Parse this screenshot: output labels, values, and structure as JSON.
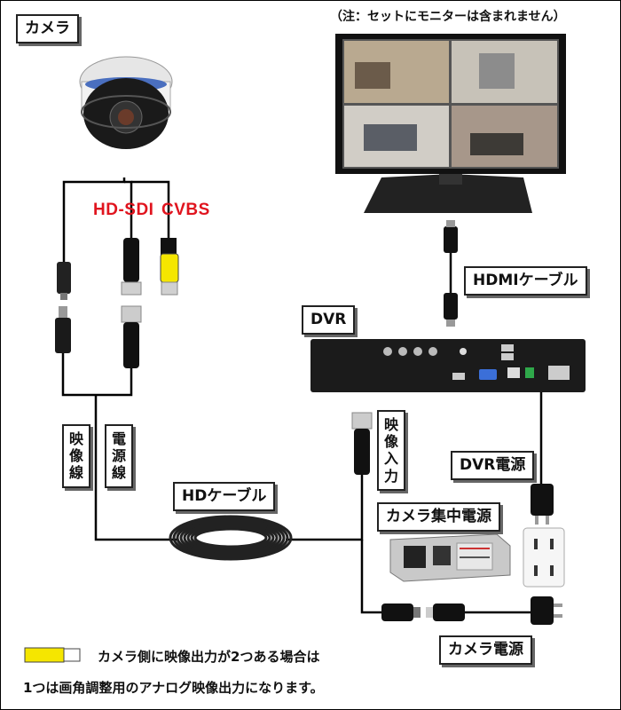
{
  "labels": {
    "camera": "カメラ",
    "monitor_note": "（注：セットにモニターは含まれません）",
    "hdsdi": "HD-SDI",
    "cvbs": "CVBS",
    "hdmi_cable": "HDMIケーブル",
    "dvr": "DVR",
    "video_line": "映像線",
    "power_line": "電源線",
    "video_input": "映像入力",
    "hd_cable": "HDケーブル",
    "dvr_power": "DVR電源",
    "camera_central_power": "カメラ集中電源",
    "camera_power": "カメラ電源",
    "footnote_line1": "カメラ側に映像出力が2つある場合は",
    "footnote_line2": "1つは画角調整用のアナログ映像出力になります。"
  },
  "colors": {
    "cvbs_connector": "#f5e600",
    "hdsdi_text": "#e0141e"
  }
}
